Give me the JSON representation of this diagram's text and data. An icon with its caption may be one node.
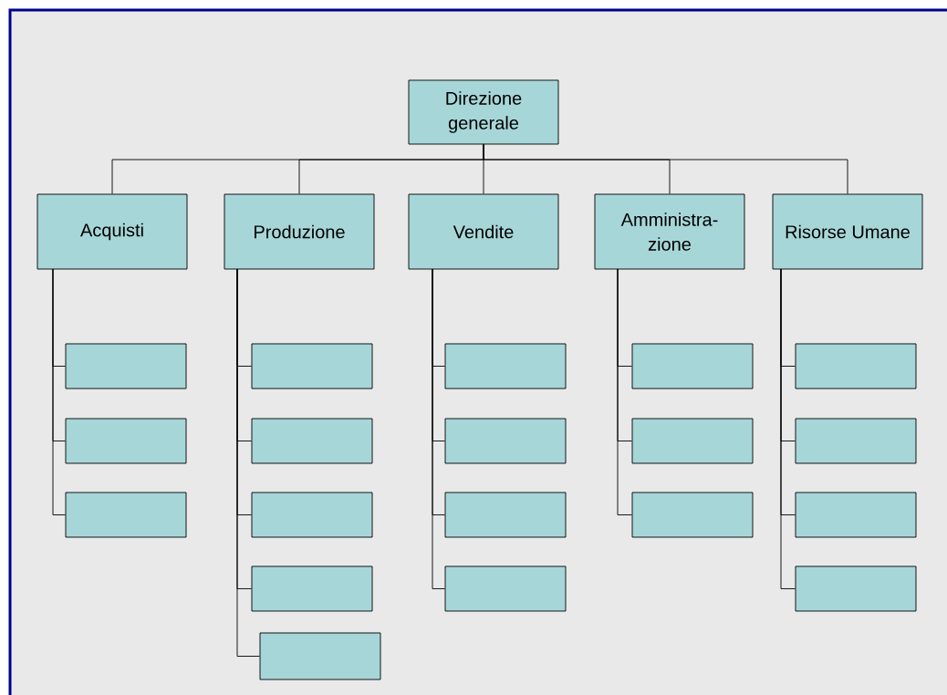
{
  "diagram": {
    "nodes": [
      {
        "text": [
          "Direzione generale"
        ]
      },
      {
        "text": [
          "Acquisti"
        ]
      },
      {
        "text": [
          "Produzione"
        ]
      },
      {
        "text": [
          "Vendite"
        ]
      },
      {
        "text": [
          "Amministra- zione"
        ]
      },
      {
        "text": [
          "Risorse Umane"
        ]
      },
      {
        "text": [],
        "shape": "box"
      },
      {
        "text": [],
        "shape": "box"
      },
      {
        "text": [],
        "shape": "box"
      },
      {
        "text": [],
        "shape": "box"
      },
      {
        "text": [],
        "shape": "box"
      },
      {
        "text": [],
        "shape": "box"
      },
      {
        "text": [],
        "shape": "box"
      },
      {
        "text": [],
        "shape": "box"
      },
      {
        "text": [],
        "shape": "box"
      },
      {
        "text": [],
        "shape": "box"
      },
      {
        "text": [],
        "shape": "box"
      },
      {
        "text": [],
        "shape": "box"
      },
      {
        "text": [],
        "shape": "box"
      },
      {
        "text": [],
        "shape": "box"
      },
      {
        "text": [],
        "shape": "box"
      },
      {
        "text": [],
        "shape": "box"
      },
      {
        "text": [],
        "shape": "box"
      },
      {
        "text": [],
        "shape": "box"
      },
      {
        "text": [],
        "shape": "box"
      }
    ],
    "edges": [
      {
        "from": 0,
        "to": 1,
        "arrow": "none"
      },
      {
        "from": 0,
        "to": 2,
        "arrow": "none"
      },
      {
        "from": 0,
        "to": 3,
        "arrow": "none"
      },
      {
        "from": 0,
        "to": 4,
        "arrow": "none"
      },
      {
        "from": 0,
        "to": 5,
        "arrow": "none"
      },
      {
        "from": 1,
        "to": 6,
        "arrow": "none"
      },
      {
        "from": 1,
        "to": 7,
        "arrow": "none"
      },
      {
        "from": 1,
        "to": 8,
        "arrow": "none"
      },
      {
        "from": 2,
        "to": 9,
        "arrow": "none"
      },
      {
        "from": 2,
        "to": 10,
        "arrow": "none"
      },
      {
        "from": 2,
        "to": 11,
        "arrow": "none"
      },
      {
        "from": 2,
        "to": 12,
        "arrow": "none"
      },
      {
        "from": 2,
        "to": 13,
        "arrow": "none"
      },
      {
        "from": 3,
        "to": 14,
        "arrow": "none"
      },
      {
        "from": 3,
        "to": 15,
        "arrow": "none"
      },
      {
        "from": 3,
        "to": 16,
        "arrow": "none"
      },
      {
        "from": 3,
        "to": 17,
        "arrow": "none"
      },
      {
        "from": 4,
        "to": 18,
        "arrow": "none"
      },
      {
        "from": 4,
        "to": 19,
        "arrow": "none"
      },
      {
        "from": 4,
        "to": 20,
        "arrow": "none"
      },
      {
        "from": 5,
        "to": 21,
        "arrow": "none"
      },
      {
        "from": 5,
        "to": 22,
        "arrow": "none"
      },
      {
        "from": 5,
        "to": 23,
        "arrow": "none"
      },
      {
        "from": 5,
        "to": 24,
        "arrow": "none"
      }
    ]
  }
}
